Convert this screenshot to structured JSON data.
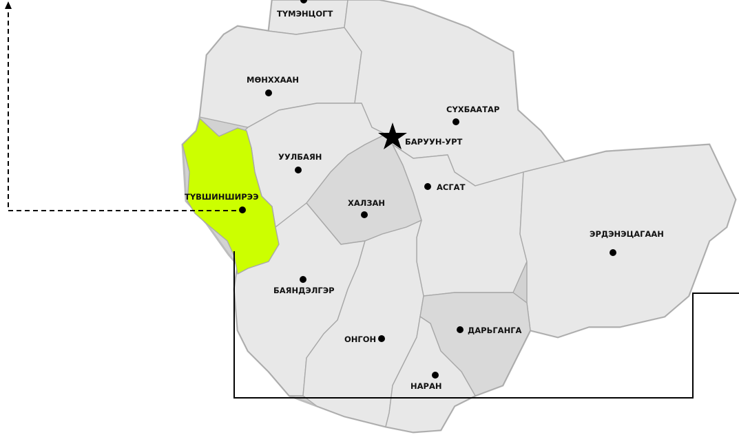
{
  "map": {
    "colors": {
      "region_fill": "#e8e8e8",
      "region_fill_dark": "#d9d9d9",
      "highlight_fill": "#ccff00",
      "border": "#a8a8a8",
      "background": "#ffffff"
    },
    "highlighted_district": "ТҮВШИНШИРЭЭ",
    "capital": {
      "name": "БАРУУН-УРТ",
      "icon": "star-icon"
    },
    "districts": [
      {
        "name": "ТҮМЭНЦОГТ"
      },
      {
        "name": "МӨНХХААН"
      },
      {
        "name": "СҮХБААТАР"
      },
      {
        "name": "УУЛБАЯН"
      },
      {
        "name": "ТҮВШИНШИРЭЭ"
      },
      {
        "name": "АСГАТ"
      },
      {
        "name": "ХАЛЗАН"
      },
      {
        "name": "ЭРДЭНЭЦАГААН"
      },
      {
        "name": "БАЯНДЭЛГЭР"
      },
      {
        "name": "ДАРЬГАНГА"
      },
      {
        "name": "ОНГОН"
      },
      {
        "name": "НАРАН"
      }
    ]
  }
}
